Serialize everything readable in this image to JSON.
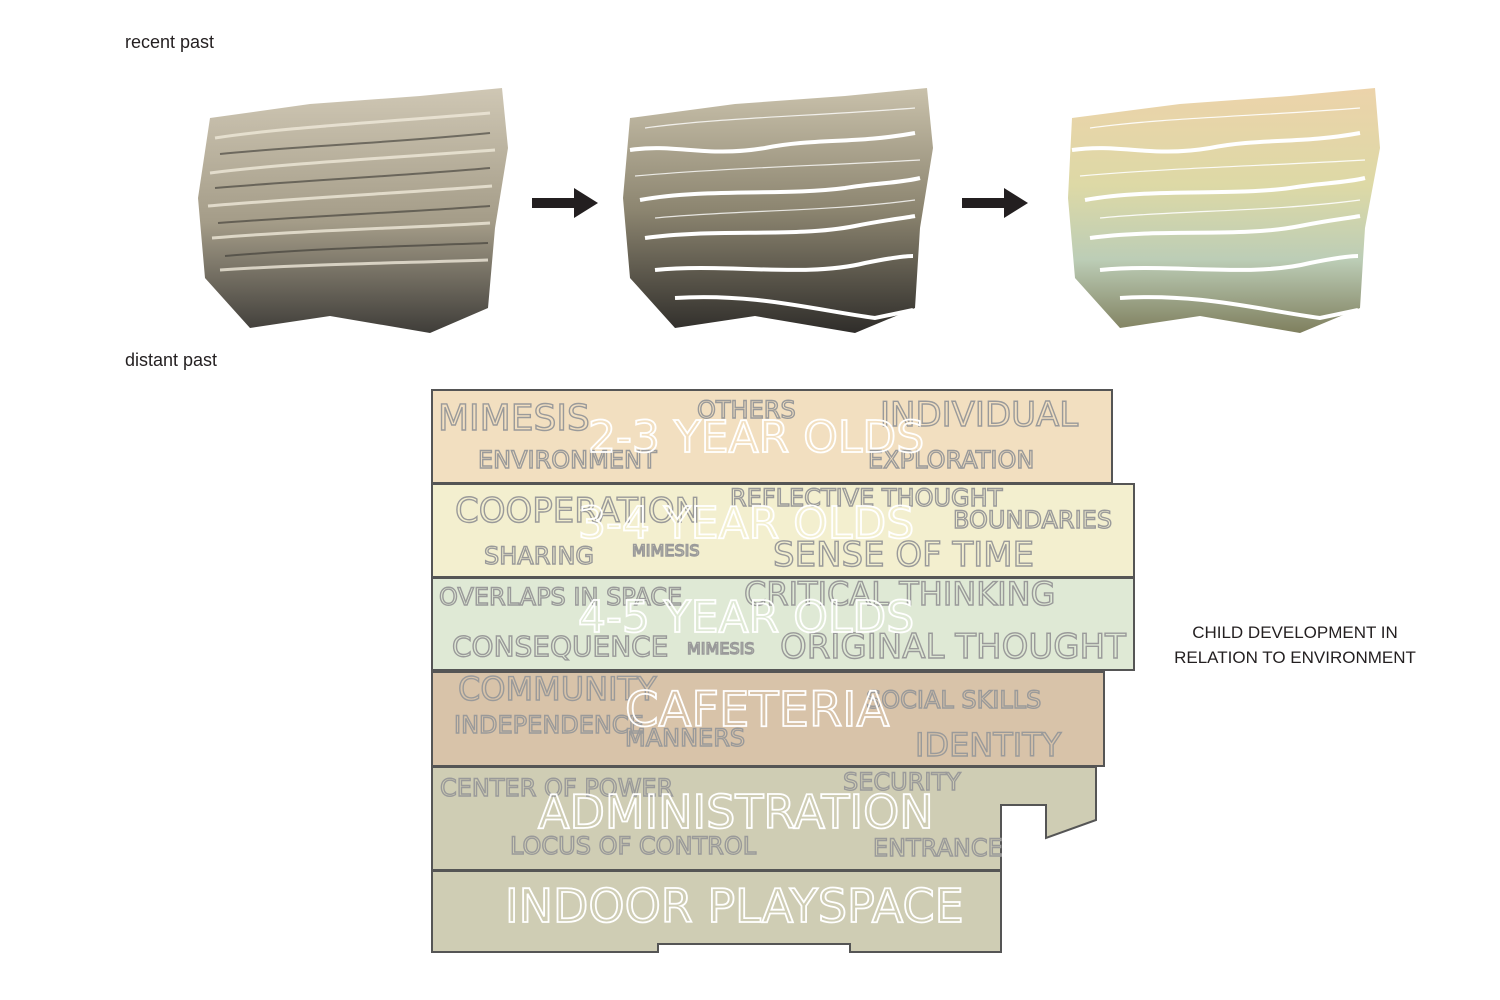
{
  "captions": {
    "recent_past": "recent past",
    "distant_past": "distant past",
    "side_note_line1": "CHILD DEVELOPMENT IN",
    "side_note_line2": "RELATION TO ENVIRONMENT"
  },
  "bands": [
    {
      "title": "2-3 YEAR OLDS",
      "color": "#f2dfc0",
      "words": [
        "MIMESIS",
        "OTHERS",
        "INDIVIDUAL",
        "ENVIRONMENT",
        "EXPLORATION"
      ]
    },
    {
      "title": "3-4 YEAR OLDS",
      "color": "#f3efcf",
      "words": [
        "COOPERATION",
        "REFLECTIVE THOUGHT",
        "BOUNDARIES",
        "SHARING",
        "MIMESIS",
        "SENSE OF TIME"
      ]
    },
    {
      "title": "4-5 YEAR OLDS",
      "color": "#dfe9d5",
      "words": [
        "OVERLAPS IN SPACE",
        "CRITICAL THINKING",
        "CONSEQUENCE",
        "MIMESIS",
        "ORIGINAL THOUGHT"
      ]
    },
    {
      "title": "CAFETERIA",
      "color": "#d8c3a9",
      "words": [
        "COMMUNITY",
        "SOCIAL SKILLS",
        "INDEPENDENCE",
        "MANNERS",
        "IDENTITY"
      ]
    },
    {
      "title": "ADMINISTRATION",
      "color": "#cfcdb4",
      "words": [
        "CENTER OF POWER",
        "SECURITY",
        "LOCUS OF CONTROL",
        "ENTRANCE"
      ]
    },
    {
      "title": "INDOOR PLAYSPACE",
      "color": "#cfcdb4",
      "words": []
    }
  ]
}
